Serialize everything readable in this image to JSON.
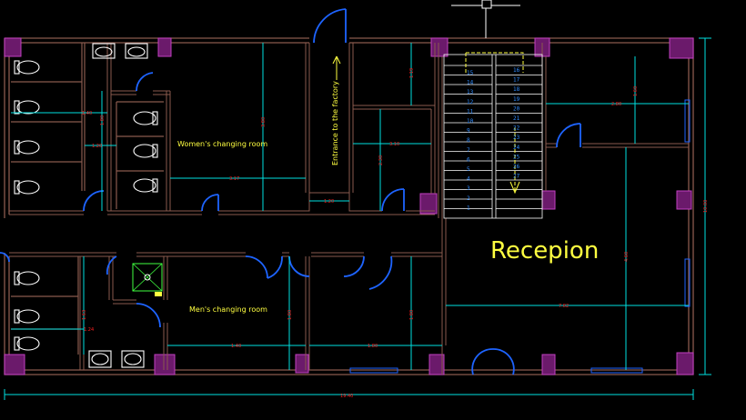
{
  "rooms": {
    "women": "Women's changing room",
    "men": "Men's changing room",
    "entrance": "Entrance to the factory",
    "reception": "Recepion"
  },
  "stairs": {
    "left": [
      "15",
      "14",
      "13",
      "12",
      "11",
      "10",
      "9",
      "8",
      "7",
      "6",
      "5",
      "4",
      "3",
      "2",
      "1"
    ],
    "right": [
      "16",
      "17",
      "18",
      "19",
      "20",
      "21",
      "22",
      "23",
      "24",
      "25",
      "26",
      "27"
    ]
  },
  "dimensions": {
    "d1": "1.40",
    "d2": "1.80",
    "d3": "1.20",
    "d4": "3.80",
    "d5": "3.17",
    "d6": "1.20",
    "d7": "1.19",
    "d8": "3.10",
    "d9": "2.30",
    "d10": "2.80",
    "d11": "1.60",
    "d12": "4.60",
    "d13": "1.63",
    "d14": "1.24",
    "d15": "1.40",
    "d16": "1.80",
    "d17": "1.80",
    "d18": "3.80",
    "d19": "1.80",
    "d20": "7.82",
    "d21": "10.00",
    "d22": "19.40"
  },
  "colors": {
    "background": "#000000",
    "wall": "#8a5a4e",
    "column": "#6b1a6b",
    "door": "#1e64ff",
    "dimension_line": "#00e0e0",
    "dimension_text": "#ff2020",
    "label": "#ffff40",
    "stair_numbers": "#2f8cff"
  }
}
